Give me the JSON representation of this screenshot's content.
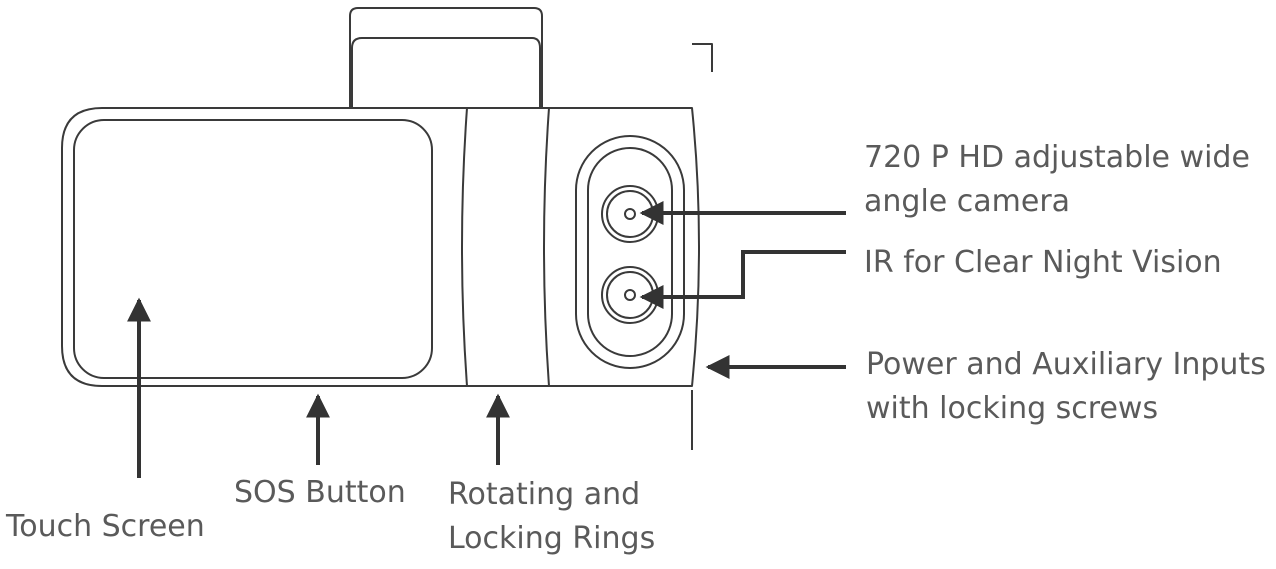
{
  "colors": {
    "line": "#3a3a3a",
    "text": "#5a5a5a",
    "arrow": "#333333"
  },
  "labels": {
    "camera_line1": "720 P HD adjustable wide",
    "camera_line2": "angle camera",
    "ir": "IR for Clear Night Vision",
    "power_line1": "Power and Auxiliary Inputs",
    "power_line2": "with locking screws",
    "touch_screen": "Touch Screen",
    "sos": "SOS Button",
    "rotating_line1": "Rotating and",
    "rotating_line2": "Locking Rings"
  }
}
